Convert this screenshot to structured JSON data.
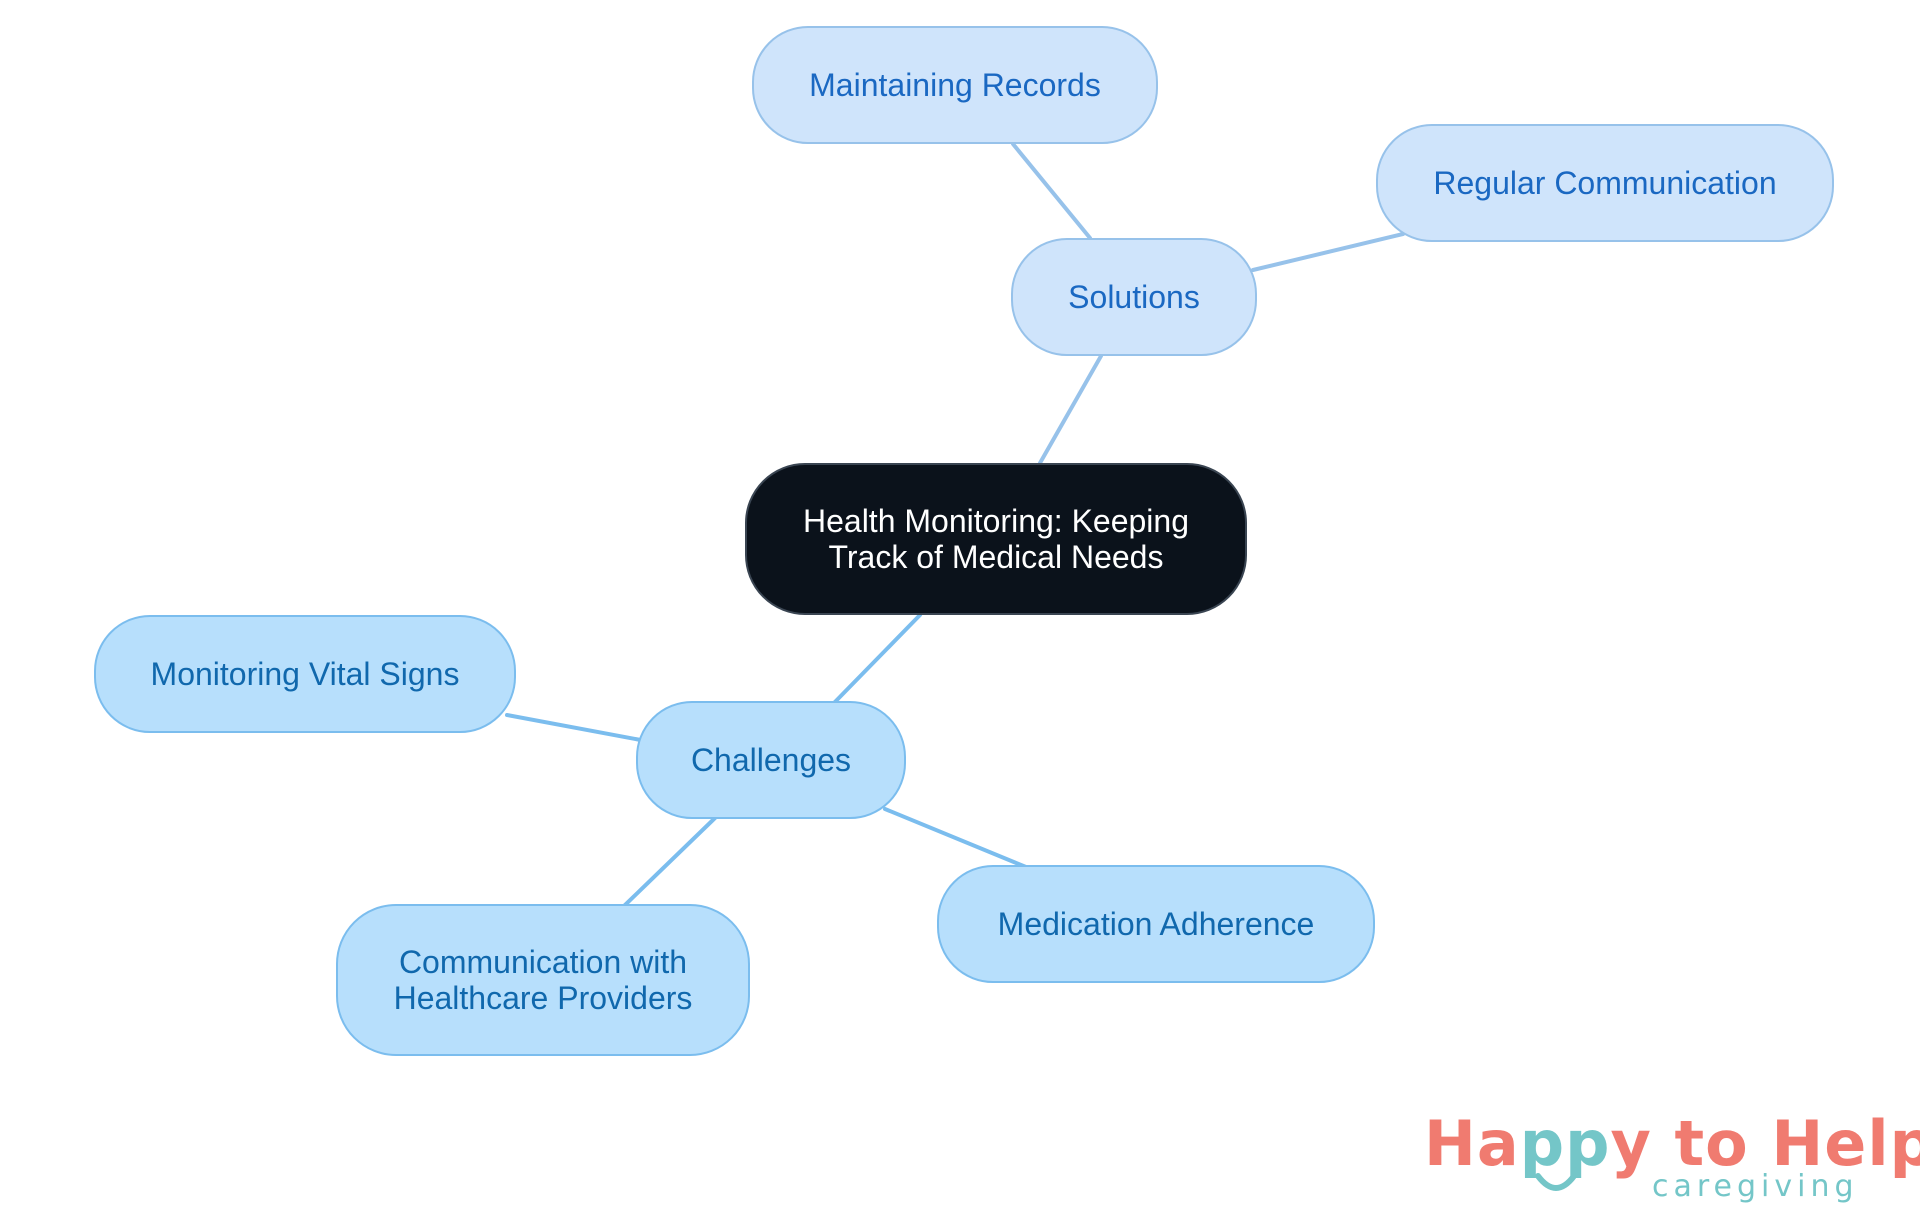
{
  "mindmap": {
    "root": {
      "label": "Health Monitoring: Keeping Track of Medical Needs"
    },
    "solutions": {
      "label": "Solutions",
      "children": [
        "Maintaining Records",
        "Regular Communication"
      ]
    },
    "challenges": {
      "label": "Challenges",
      "children": [
        "Monitoring Vital Signs",
        "Communication with Healthcare Providers",
        "Medication Adherence"
      ]
    }
  },
  "logo": {
    "text": "Happy to Help",
    "subtext": "caregiving"
  },
  "colors": {
    "root_bg": "#0b121b",
    "solutions_bg": "#cfe4fb",
    "solutions_text": "#1a68c2",
    "challenges_bg": "#b7dffc",
    "challenges_text": "#1068ad",
    "logo_coral": "#f07b70",
    "logo_teal": "#74c6c8"
  }
}
